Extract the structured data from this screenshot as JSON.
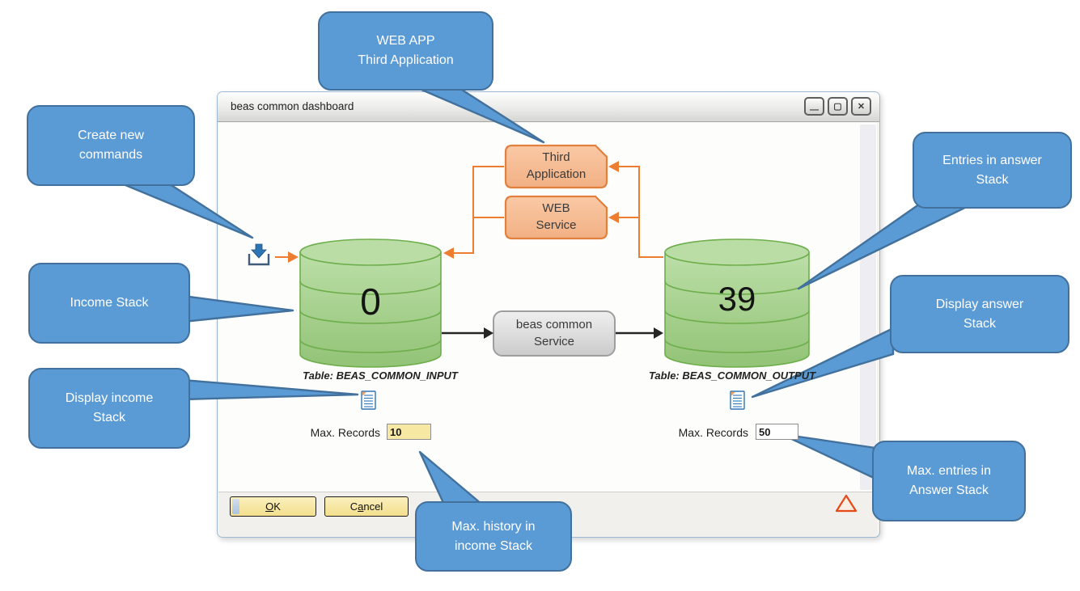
{
  "window": {
    "title": "beas common dashboard",
    "controls": {
      "minimize": "—",
      "maximize": "▢",
      "close": "✕"
    },
    "buttons": {
      "ok": {
        "pre": "",
        "underlined": "O",
        "post": "K"
      },
      "cancel": {
        "pre": "C",
        "underlined": "a",
        "post": "ncel"
      }
    }
  },
  "diagram": {
    "third_application": {
      "line1": "Third",
      "line2": "Application"
    },
    "web_service": {
      "line1": "WEB",
      "line2": "Service"
    },
    "service_box": {
      "line1": "beas common",
      "line2": "Service"
    },
    "input_stack": {
      "count": "0",
      "table_label": "Table: BEAS_COMMON_INPUT",
      "max_records_label": "Max. Records",
      "max_records_value": "10"
    },
    "output_stack": {
      "count": "39",
      "table_label": "Table: BEAS_COMMON_OUTPUT",
      "max_records_label": "Max. Records",
      "max_records_value": "50"
    }
  },
  "callouts": {
    "web_app": {
      "line1": "WEB APP",
      "line2": "Third Application"
    },
    "create_new_commands": {
      "line1": "Create new",
      "line2": "commands"
    },
    "income_stack": {
      "line1": "Income Stack",
      "line2": ""
    },
    "display_income_stack": {
      "line1": "Display income",
      "line2": "Stack"
    },
    "entries_in_answer_stack": {
      "line1": "Entries in answer",
      "line2": "Stack"
    },
    "display_answer_stack": {
      "line1": "Display answer",
      "line2": "Stack"
    },
    "max_entries_answer_stack": {
      "line1": "Max. entries in",
      "line2": "Answer Stack"
    },
    "max_history_income_stack": {
      "line1": "Max. history in",
      "line2": "income Stack"
    }
  },
  "colors": {
    "callout_fill": "#5b9bd5",
    "callout_border": "#41719c",
    "stack_fill": "#a9d18e",
    "stack_border": "#70ad47",
    "orange_fill": "#f4b183",
    "orange_border": "#ed7d31",
    "service_fill": "#d6d6d6",
    "field_yellow": "#f7e9a4",
    "arrow_orange": "#ed7d31",
    "arrow_black": "#262626",
    "warning_red": "#e64a19"
  }
}
